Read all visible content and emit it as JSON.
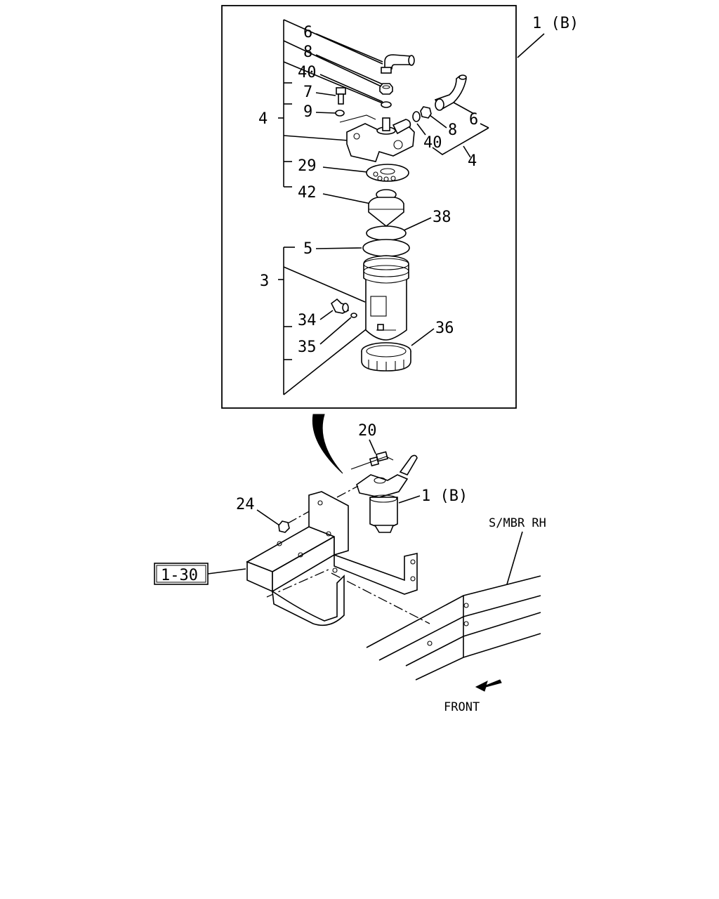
{
  "labels": {
    "inset_ref": "1 (B)",
    "p6a": "6",
    "p8a": "8",
    "p40a": "40",
    "p7": "7",
    "p9": "9",
    "p4a": "4",
    "p29": "29",
    "p42": "42",
    "p38": "38",
    "p5": "5",
    "p3": "3",
    "p34": "34",
    "p35": "35",
    "p36": "36",
    "p6b": "6",
    "p8b": "8",
    "p40b": "40",
    "p4b": "4",
    "p20": "20",
    "p1b": "1 (B)",
    "p24": "24",
    "ref_box": "1-30",
    "frame_label": "S/MBR RH",
    "direction": "FRONT"
  }
}
